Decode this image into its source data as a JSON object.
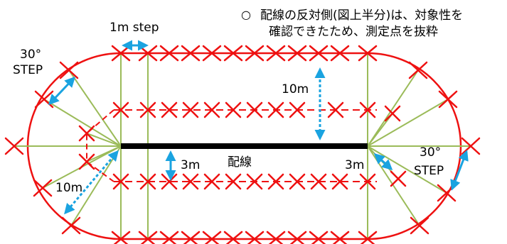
{
  "note": {
    "bullet": "○",
    "line1": "配線の反対側(図上半分)は、対象性を",
    "line2": "確認できたため、測定点を抜粋"
  },
  "labels": {
    "step_1m": "1m step",
    "angle_left_line1": "30°",
    "angle_left_line2": "STEP",
    "angle_right_line1": "30°",
    "angle_right_line2": "STEP",
    "dist_10m_vertical": "10m",
    "dist_10m_diag": "10m",
    "dist_3m_left": "3m",
    "dist_3m_right": "3m",
    "wiring": "配線"
  },
  "colors": {
    "path_red": "#ee1111",
    "radial_green": "#9bbb59",
    "arrow_blue": "#1aa3e0",
    "wire_black": "#000000"
  }
}
